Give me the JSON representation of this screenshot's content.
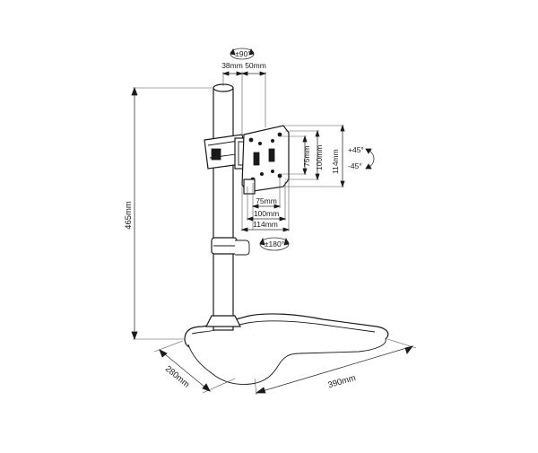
{
  "dimensions": {
    "height_total": "465mm",
    "base_depth": "280mm",
    "base_width": "390mm",
    "arm_offset_left": "38mm",
    "arm_offset_right": "50mm",
    "vesa_h_75": "75mm",
    "vesa_h_100": "100mm",
    "vesa_h_114": "114mm",
    "vesa_v_75": "75mm",
    "vesa_v_100": "100mm",
    "vesa_v_114": "114mm"
  },
  "rotations": {
    "swivel": "±90°",
    "rotate": "±180°",
    "tilt_up": "+45°",
    "tilt_down": "-45°"
  }
}
